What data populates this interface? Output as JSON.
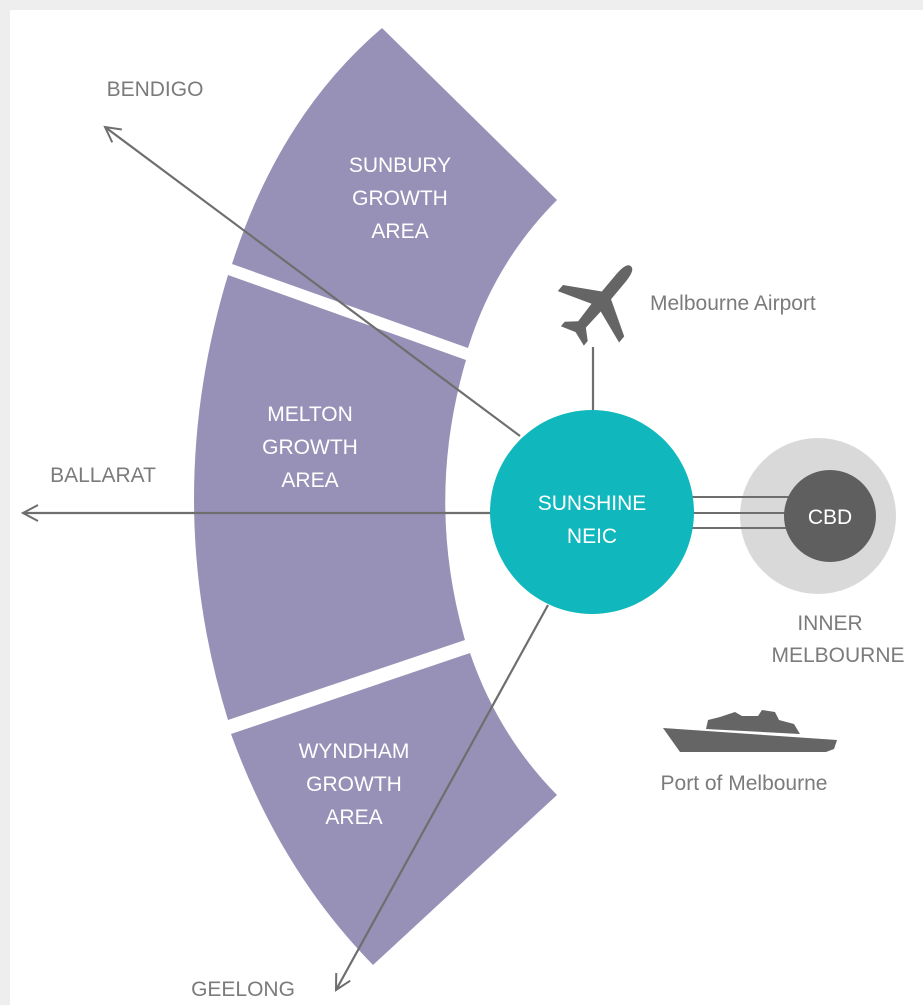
{
  "colors": {
    "background": "#eeeeee",
    "panel": "#ffffff",
    "growth_area": "#9891b7",
    "hub": "#10b8bd",
    "cbd": "#5f5f5f",
    "inner_ring": "#d9d9d9",
    "line": "#6e6e6e",
    "label": "#7b7b7b"
  },
  "directions": {
    "bendigo": "BENDIGO",
    "ballarat": "BALLARAT",
    "geelong": "GEELONG"
  },
  "growth_areas": {
    "sunbury": [
      "SUNBURY",
      "GROWTH",
      "AREA"
    ],
    "melton": [
      "MELTON",
      "GROWTH",
      "AREA"
    ],
    "wyndham": [
      "WYNDHAM",
      "GROWTH",
      "AREA"
    ]
  },
  "hub": [
    "SUNSHINE",
    "NEIC"
  ],
  "cbd": "CBD",
  "inner_melbourne": [
    "INNER",
    "MELBOURNE"
  ],
  "airport": {
    "label": "Melbourne Airport",
    "icon": "airplane-icon"
  },
  "port": {
    "label": "Port of Melbourne",
    "icon": "ship-icon"
  }
}
